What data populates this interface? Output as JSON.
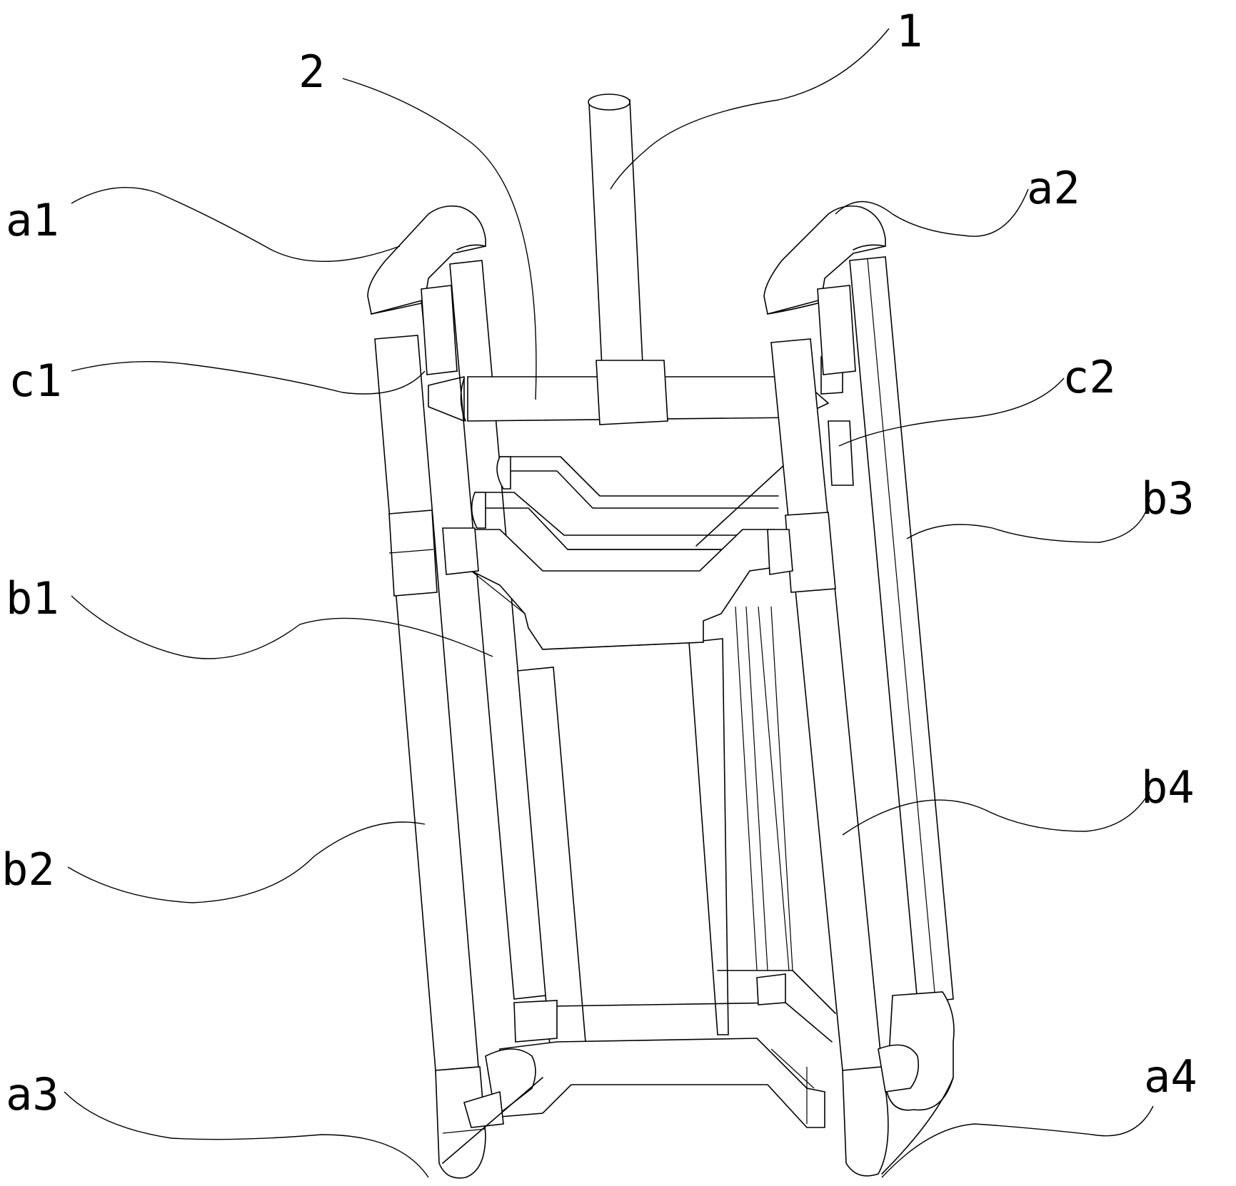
{
  "figure": {
    "labels": {
      "a1": "a1",
      "a2": "a2",
      "a3": "a3",
      "a4": "a4",
      "b1": "b1",
      "b2": "b2",
      "b3": "b3",
      "b4": "b4",
      "c1": "c1",
      "c2": "c2",
      "n1": "1",
      "n2": "2"
    }
  }
}
